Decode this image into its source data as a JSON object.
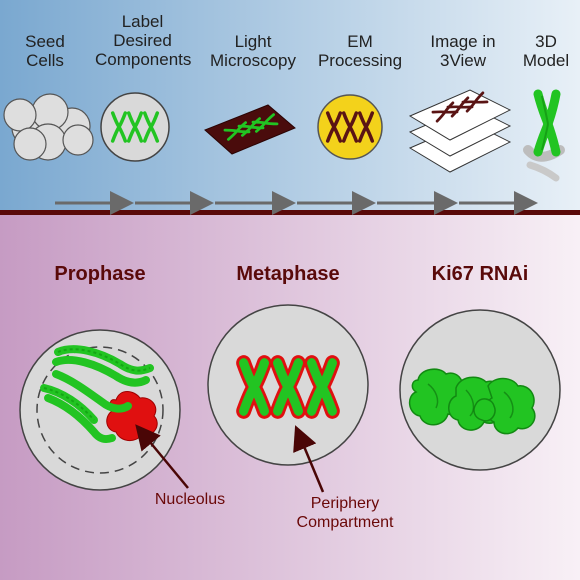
{
  "workflow": {
    "steps": [
      {
        "label": "Seed\nCells"
      },
      {
        "label": "Label\nDesired\nComponents"
      },
      {
        "label": "Light\nMicroscopy"
      },
      {
        "label": "EM\nProcessing"
      },
      {
        "label": "Image in\n3View"
      },
      {
        "label": "3D\nModel"
      }
    ]
  },
  "phases": {
    "prophase": {
      "title": "Prophase",
      "annotation": "Nucleolus"
    },
    "metaphase": {
      "title": "Metaphase",
      "annotation": "Periphery\nCompartment"
    },
    "ki67": {
      "title": "Ki67 RNAi"
    }
  },
  "colors": {
    "top_bg_light": "#dde9f3",
    "top_bg_dark": "#7aa8d0",
    "bottom_bg_light": "#f8f0f6",
    "bottom_bg_dark": "#c69bc3",
    "divider": "#5a0a0a",
    "chromosome_green": "#22c422",
    "chromosome_brown": "#5a1414",
    "nucleolus_red": "#e01010",
    "em_yellow": "#f3d21b",
    "cell_gray": "#d9d9d9"
  }
}
